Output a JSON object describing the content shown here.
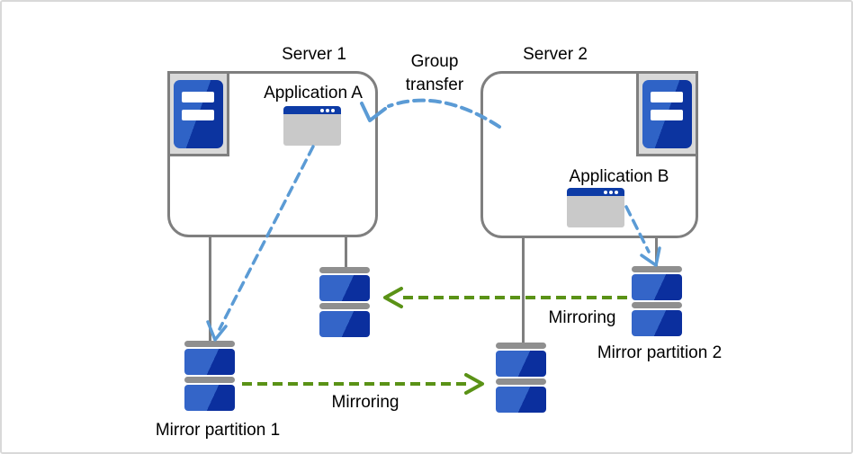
{
  "servers": {
    "server1": {
      "title": "Server 1",
      "application": "Application A"
    },
    "server2": {
      "title": "Server 2",
      "application": "Application B"
    }
  },
  "labels": {
    "group_transfer": "Group\ntransfer",
    "mirroring_upper": "Mirroring",
    "mirroring_lower": "Mirroring",
    "partition1": "Mirror partition 1",
    "partition2": "Mirror partition 2"
  },
  "icons": {
    "server_icon": "server-tower-icon",
    "application_icon": "application-window-icon",
    "disk_stack_icon": "disk-stack-icon"
  },
  "colors": {
    "box_border_gray": "#7f7f7f",
    "icon_frame_fill": "#d9d9d9",
    "server_blue_light": "#2f63c6",
    "server_blue_dark": "#0c34a0",
    "disk_blue_light": "#3465c8",
    "disk_blue_dark": "#0b2f9e",
    "disk_cap_gray": "#8f8f8f",
    "app_titlebar_blue": "#0d3ba6",
    "app_body_gray": "#c9c9c9",
    "arrow_blue": "#5b9bd5",
    "arrow_green": "#5a9216"
  }
}
